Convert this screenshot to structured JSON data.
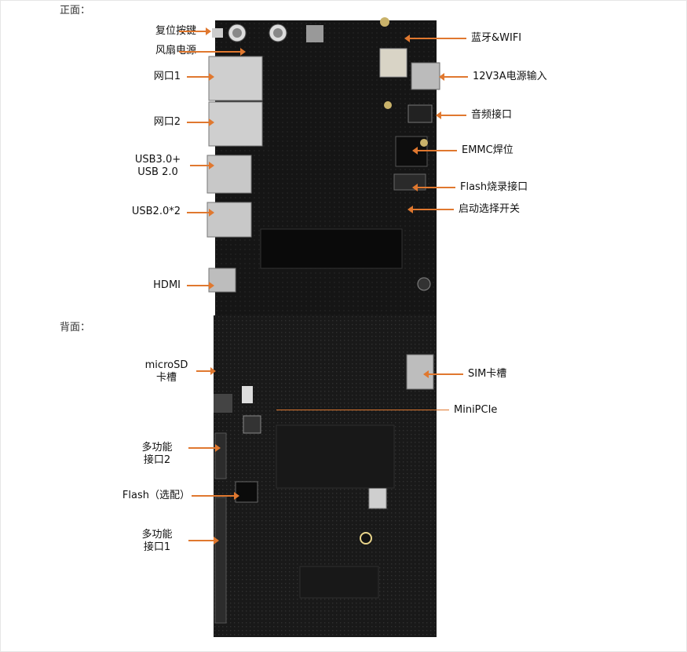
{
  "sections": {
    "front": "正面：",
    "back": "背面："
  },
  "labels": {
    "reset": "复位按键",
    "fan_power": "风扇电源",
    "eth1": "网口1",
    "eth2": "网口2",
    "usb3_line1": "USB3.0+",
    "usb3_line2": "USB 2.0",
    "usb2x2": "USB2.0*2",
    "hdmi": "HDMI",
    "microsd_line1": "microSD",
    "microsd_line2": "卡槽",
    "multi2_line1": "多功能",
    "multi2_line2": "接口2",
    "flash_opt": "Flash（选配）",
    "multi1_line1": "多功能",
    "multi1_line2": "接口1",
    "bt_wifi": "蓝牙&WIFI",
    "power_in": "12V3A电源输入",
    "audio": "音频接口",
    "emmc": "EMMC焊位",
    "flash_burn": "Flash烧录接口",
    "boot_select": "启动选择开关",
    "sim": "SIM卡槽",
    "minipcie": "MiniPCIe"
  },
  "colors": {
    "arrow": "#e0782f",
    "board": "#141414"
  }
}
